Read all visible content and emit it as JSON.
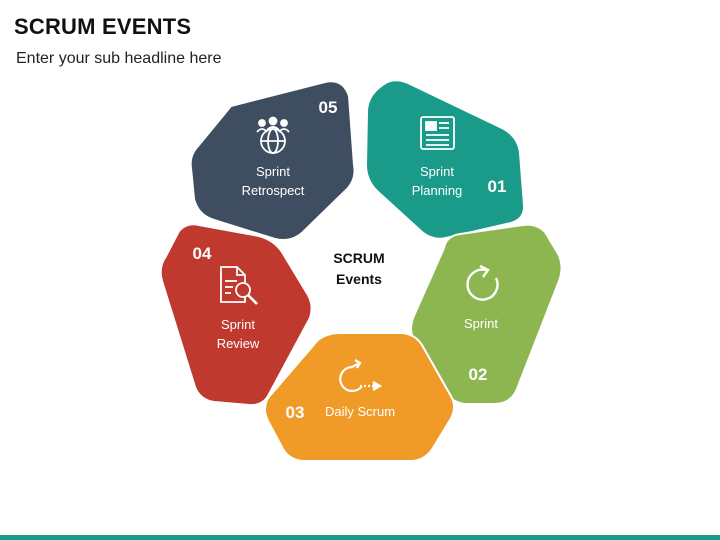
{
  "header": {
    "title": "SCRUM EVENTS",
    "subtitle": "Enter your sub headline here"
  },
  "center": {
    "line1": "SCRUM",
    "line2": "Events"
  },
  "events": [
    {
      "number": "01",
      "label_line1": "Sprint",
      "label_line2": "Planning",
      "icon": "newspaper-icon",
      "color": "#1a9b8a"
    },
    {
      "number": "02",
      "label_line1": "Sprint",
      "label_line2": "",
      "icon": "refresh-icon",
      "color": "#8db650"
    },
    {
      "number": "03",
      "label_line1": "Daily Scrum",
      "label_line2": "",
      "icon": "loop-arrow-icon",
      "color": "#f09a28"
    },
    {
      "number": "04",
      "label_line1": "Sprint",
      "label_line2": "Review",
      "icon": "document-search-icon",
      "color": "#c0392f"
    },
    {
      "number": "05",
      "label_line1": "Sprint",
      "label_line2": "Retrospect",
      "icon": "team-globe-icon",
      "color": "#3f4d60"
    }
  ],
  "footer": {
    "bar_color": "#1a9b8a"
  }
}
